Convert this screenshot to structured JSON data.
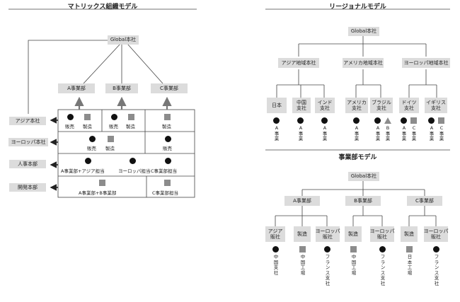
{
  "matrix": {
    "title": "マトリックス組織モデル",
    "hq": "Global本社",
    "divisions": [
      "A事業部",
      "B事業部",
      "C事業部"
    ],
    "regions": [
      "アジア本社",
      "ヨーロッパ本社",
      "人事本部",
      "開発本部"
    ],
    "sales": "販売",
    "manufacturing": "製造",
    "row3": [
      "A事業部+アジア担当",
      "ヨーロッパ担当",
      "C事業部担当"
    ],
    "row4": [
      "A事業部+B事業部",
      "C事業部担当"
    ]
  },
  "regional": {
    "title": "リージョナルモデル",
    "hq": "Global本社",
    "regions": [
      "アジア地域本社",
      "アメリカ地域本社",
      "ヨーロッパ地域本社"
    ],
    "countries": [
      "日本",
      "中国\n支社",
      "インド\n支社",
      "アメリカ\n支社",
      "ブラジル\n支社",
      "ドイツ\n支社",
      "イギリス\n支社"
    ],
    "units": [
      "A事業",
      "A事業",
      "A事業",
      "A事業",
      "A事業",
      "B事業",
      "A事業",
      "C事業",
      "A事業",
      "C事業"
    ]
  },
  "divisional": {
    "title": "事業部モデル",
    "hq": "Global本社",
    "divisions": [
      "A事業部",
      "B事業部",
      "C事業部"
    ],
    "functions": [
      "アジア\n販社",
      "製造",
      "ヨーロッパ\n販社",
      "製造",
      "ヨーロッパ\n販社",
      "製造",
      "ヨーロッパ\n販社"
    ],
    "locations": [
      "中国支社",
      "中国工場",
      "フランス支社",
      "中国工場",
      "フランス支社",
      "日本工場",
      "フランス支社"
    ]
  },
  "legend_shapes": {
    "sales": "black-circle",
    "manufacturing": "gray-square",
    "other": "gray-triangle"
  },
  "colors": {
    "box_fill": "#dcdcdc",
    "marker_dark": "#111111",
    "marker_gray": "#8c8c8c"
  }
}
